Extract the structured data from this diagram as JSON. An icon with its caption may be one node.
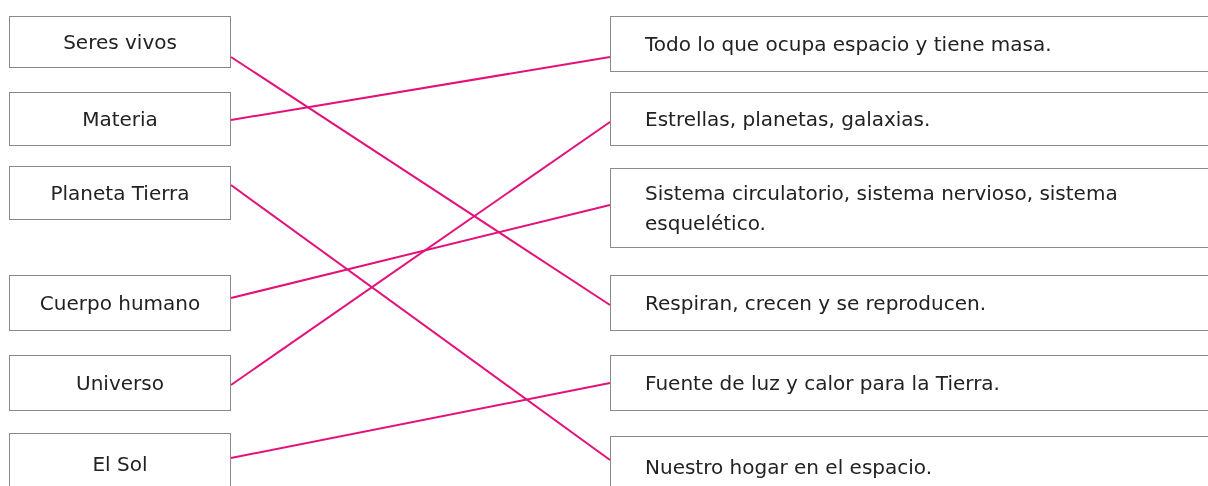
{
  "diagram": {
    "nodes": [
      {
        "text": [
          "Seres vivos"
        ]
      },
      {
        "text": [
          "Materia"
        ]
      },
      {
        "text": [
          "Planeta Tierra"
        ]
      },
      {
        "text": [
          "Cuerpo humano"
        ]
      },
      {
        "text": [
          "Universo"
        ]
      },
      {
        "text": [
          "El Sol"
        ]
      },
      {
        "text": [
          "Todo lo que ocupa espacio y tiene masa."
        ]
      },
      {
        "text": [
          "Estrellas, planetas, galaxias."
        ]
      },
      {
        "text": [
          "Sistema circulatorio, sistema nervioso, sistema esquelético."
        ]
      },
      {
        "text": [
          "Respiran, crecen y se reproducen."
        ]
      },
      {
        "text": [
          "Fuente de luz y calor para la Tierra."
        ]
      },
      {
        "text": [
          "Nuestro hogar en el espacio."
        ]
      }
    ],
    "edges": [
      {
        "from": 0,
        "to": 9,
        "arrow": "none"
      },
      {
        "from": 1,
        "to": 6,
        "arrow": "none"
      },
      {
        "from": 2,
        "to": 11,
        "arrow": "none"
      },
      {
        "from": 3,
        "to": 8,
        "arrow": "none"
      },
      {
        "from": 4,
        "to": 7,
        "arrow": "none"
      },
      {
        "from": 5,
        "to": 10,
        "arrow": "none"
      }
    ]
  }
}
